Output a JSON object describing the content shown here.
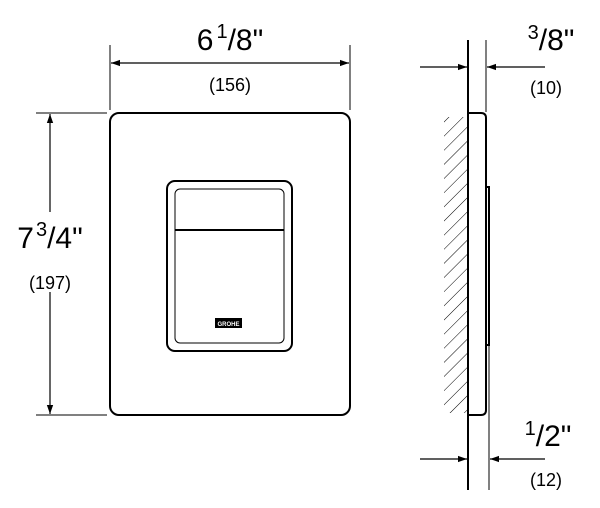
{
  "width_dim": {
    "whole": "6",
    "num": "1",
    "den": "8",
    "unit": "\"",
    "metric": "(156)"
  },
  "height_dim": {
    "whole": "7",
    "num": "3",
    "den": "4",
    "unit": "\"",
    "metric": "(197)"
  },
  "depth_top_dim": {
    "num": "3",
    "den": "8",
    "unit": "\"",
    "metric": "(10)"
  },
  "depth_bottom_dim": {
    "num": "1",
    "den": "2",
    "unit": "\"",
    "metric": "(12)"
  },
  "logo": {
    "text": "GROHE"
  }
}
